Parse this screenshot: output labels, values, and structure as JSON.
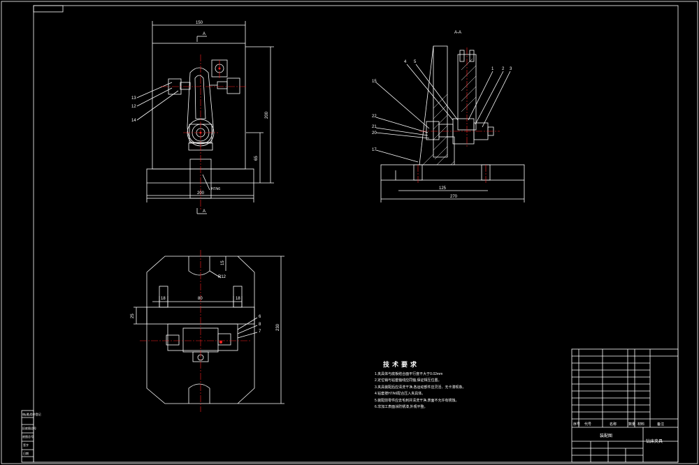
{
  "colors": {
    "background": "#000000",
    "lines": "#ffffff",
    "center_lines": "#ff2020",
    "hidden_lines": "#ff2020"
  },
  "front_view": {
    "dim_width": "150",
    "dim_height": "200",
    "dim_mid": "65",
    "dim_base": "200",
    "section_mark_top": "A",
    "section_mark_bottom": "A",
    "tolerance": "H7/k6",
    "callouts": [
      "13",
      "12",
      "14"
    ]
  },
  "section_view": {
    "title": "A-A",
    "dim_inner": "125",
    "dim_overall": "270",
    "callouts_left": [
      "15",
      "22",
      "21",
      "20",
      "17"
    ],
    "callouts_top": [
      "4",
      "5",
      "1",
      "2",
      "3"
    ]
  },
  "top_view": {
    "dim_left": "18",
    "dim_mid": "80",
    "dim_right": "18",
    "dim_radius": "R12",
    "dim_side": "25",
    "dim_overall": "230",
    "dim_slot": "15",
    "callouts": [
      "6",
      "8",
      "7"
    ]
  },
  "tech_requirements": {
    "title": "技术要求",
    "items": [
      "1.夹具体与底板结合面平行度不大于0.02mm",
      "2.定位销与钻套轴线应同轴,保证相互位置。",
      "3.夹具装配后应清洗干净,各运动部件应灵活、无卡滞现象。",
      "4.钻套按H7/k6配合压入夹具体。",
      "5.装配前零件应去毛刺并清洗干净,表面不允许有锈蚀。",
      "6.非加工表面涂防锈漆,外观平整。"
    ]
  },
  "title_block": {
    "drawing_name": "钻床夹具",
    "sheet_label": "装配图",
    "header_cols": [
      "序号",
      "代号",
      "名称",
      "数量",
      "材料",
      "备注"
    ]
  },
  "revision_box": {
    "labels": [
      "借(通)用件登记",
      "旧底图总号",
      "底图总号",
      "签字",
      "日期"
    ]
  }
}
